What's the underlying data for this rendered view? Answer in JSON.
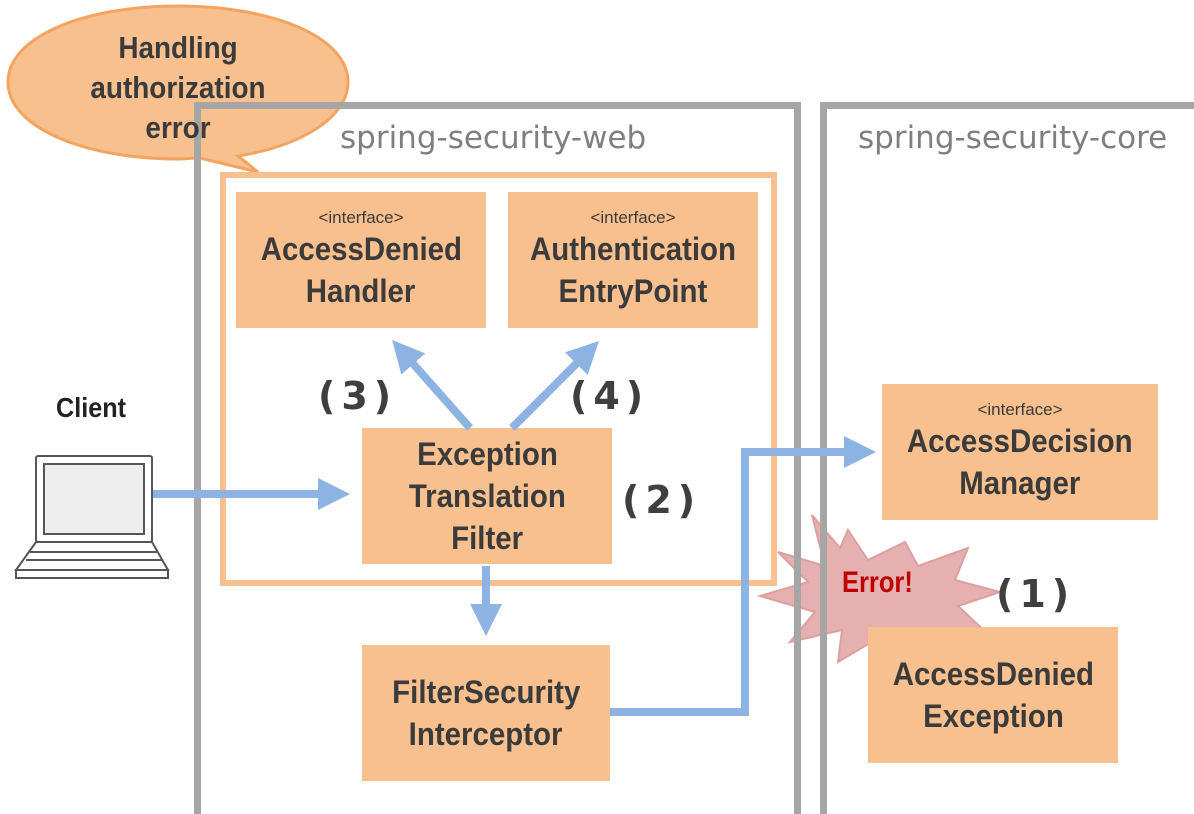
{
  "callout": {
    "lines": [
      "Handling",
      "authorization",
      "error"
    ]
  },
  "containers": {
    "web": {
      "label": "spring-security-web"
    },
    "core": {
      "label": "spring-security-core"
    }
  },
  "client": {
    "label": "Client"
  },
  "boxes": {
    "access_denied_handler": {
      "stereotype": "<interface>",
      "line1": "AccessDenied",
      "line2": "Handler"
    },
    "authentication_entry_point": {
      "stereotype": "<interface>",
      "line1": "Authentication",
      "line2": "EntryPoint"
    },
    "exception_translation_filter": {
      "line1": "Exception",
      "line2": "Translation",
      "line3": "Filter"
    },
    "filter_security_interceptor": {
      "line1": "FilterSecurity",
      "line2": "Interceptor"
    },
    "access_decision_manager": {
      "stereotype": "<interface>",
      "line1": "AccessDecision",
      "line2": "Manager"
    },
    "access_denied_exception": {
      "line1": "AccessDenied",
      "line2": "Exception"
    }
  },
  "steps": {
    "s1": "(1)",
    "s2": "(2)",
    "s3": "(3)",
    "s4": "(4)"
  },
  "error": {
    "label": "Error!"
  },
  "colors": {
    "box_fill": "#f8c08e",
    "arrow": "#8db3e2",
    "container_border": "#a6a6a6",
    "burst": "#e6b0b0",
    "error_text": "#c00000"
  }
}
